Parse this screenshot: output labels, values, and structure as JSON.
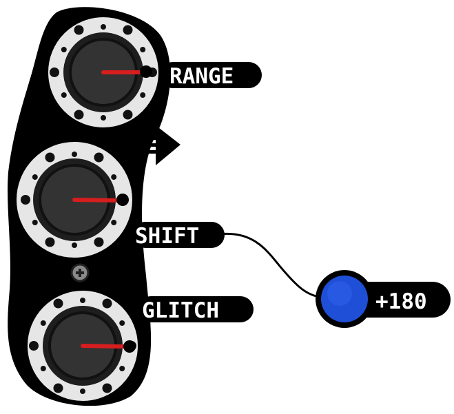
{
  "module": {
    "knobs": [
      {
        "label": "RANGE",
        "value": 1.0
      },
      {
        "label": "SHIFT",
        "value": 1.0
      },
      {
        "label": "GLITCH",
        "value": 1.0
      }
    ],
    "connector": {
      "value_label": "+180",
      "color": "#1f4fd6"
    },
    "colors": {
      "body": "#000000",
      "dial": "#e6e6e6",
      "knob": "#2e2e2e",
      "pointer": "#d61e1e",
      "label_bg": "#000000",
      "label_text": "#ffffff"
    },
    "icons": [
      "arrow-right-icon",
      "screw-icon"
    ]
  }
}
